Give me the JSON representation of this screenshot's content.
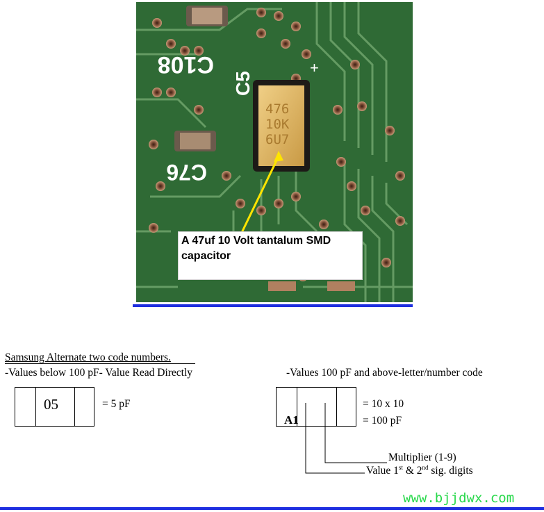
{
  "photo": {
    "silkscreen": [
      "C108",
      "C5",
      "C76"
    ],
    "capacitor_marking": [
      "476",
      "10K",
      "6U7"
    ],
    "callout_text": "A 47uf 10 Volt tantalum SMD capacitor"
  },
  "samsung": {
    "title": "Samsung Alternate two code numbers.",
    "left_subtitle": "-Values below 100 pF- Value Read Directly",
    "right_subtitle": "-Values 100 pF and above-letter/number code",
    "left_code": "05",
    "left_result": "= 5 pF",
    "right_code": "A1",
    "right_result_1": "= 10 x 10",
    "right_result_2": "= 100 pF",
    "multiplier_label": "Multiplier (1-9)",
    "value_label_prefix": "Value 1",
    "value_label_sup1": "st",
    "value_label_mid": " & 2",
    "value_label_sup2": "nd",
    "value_label_suffix": " sig. digits"
  },
  "watermark": "www.bjjdwx.com",
  "colors": {
    "rule_blue": "#1f2fe0",
    "pcb_green": "#2f6a35",
    "watermark_green": "#27d84a"
  }
}
